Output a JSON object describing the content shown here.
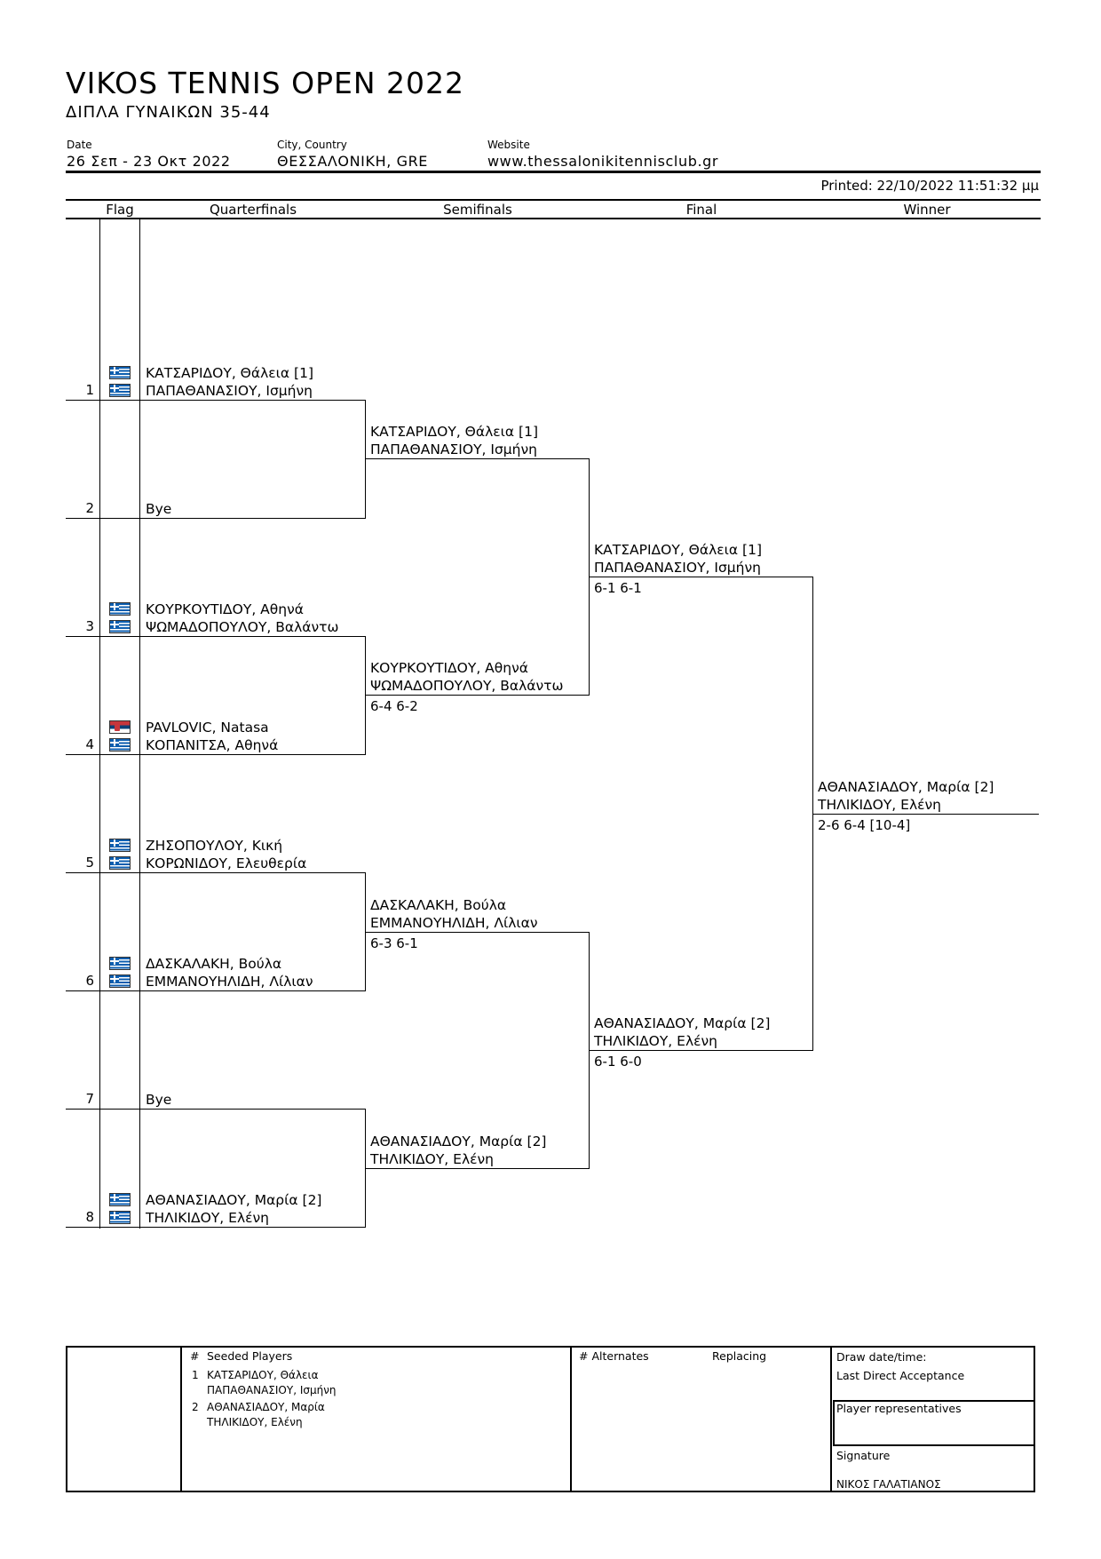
{
  "header": {
    "title": "VIKOS TENNIS OPEN 2022",
    "subtitle": "ΔΙΠΛΑ ΓΥΝΑΙΚΩΝ 35-44",
    "date_label": "Date",
    "date_value": "26 Σεπ - 23 Οκτ 2022",
    "city_label": "City, Country",
    "city_value": "ΘΕΣΣΑΛΟΝΙΚΗ, GRE",
    "website_label": "Website",
    "website_value": "www.thessalonikitennisclub.gr",
    "printed": "Printed: 22/10/2022 11:51:32 μμ"
  },
  "columns": {
    "flag": "Flag",
    "quarterfinals": "Quarterfinals",
    "semifinals": "Semifinals",
    "final": "Final",
    "winner": "Winner"
  },
  "draw": [
    {
      "seed": "1",
      "p1": "ΚΑΤΣΑΡΙΔΟΥ, Θάλεια [1]",
      "p2": "ΠΑΠΑΘΑΝΑΣΙΟΥ, Ισμήνη",
      "flags": [
        "gre-flag",
        "gre-flag"
      ]
    },
    {
      "seed": "2",
      "p1": "Bye",
      "p2": "",
      "flags": []
    },
    {
      "seed": "3",
      "p1": "ΚΟΥΡΚΟΥΤΙΔΟΥ, Αθηνά",
      "p2": "ΨΩΜΑΔΟΠΟΥΛΟΥ, Βαλάντω",
      "flags": [
        "gre-flag",
        "gre-flag"
      ]
    },
    {
      "seed": "4",
      "p1": "PAVLOVIC, Natasa",
      "p2": "ΚΟΠΑΝΙΤΣΑ, Αθηνά",
      "flags": [
        "srb-flag",
        "gre-flag"
      ]
    },
    {
      "seed": "5",
      "p1": "ΖΗΣΟΠΟΥΛΟΥ, Κική",
      "p2": "ΚΟΡΩΝΙΔΟΥ, Ελευθερία",
      "flags": [
        "gre-flag",
        "gre-flag"
      ]
    },
    {
      "seed": "6",
      "p1": "ΔΑΣΚΑΛΑΚΗ, Βούλα",
      "p2": "ΕΜΜΑΝΟΥΗΛΙΔΗ, Λίλιαν",
      "flags": [
        "gre-flag",
        "gre-flag"
      ]
    },
    {
      "seed": "7",
      "p1": "Bye",
      "p2": "",
      "flags": []
    },
    {
      "seed": "8",
      "p1": "ΑΘΑΝΑΣΙΑΔΟΥ, Μαρία [2]",
      "p2": "ΤΗΛΙΚΙΔΟΥ, Ελένη",
      "flags": [
        "gre-flag",
        "gre-flag"
      ]
    }
  ],
  "semifinals": [
    {
      "p1": "ΚΑΤΣΑΡΙΔΟΥ, Θάλεια [1]",
      "p2": "ΠΑΠΑΘΑΝΑΣΙΟΥ, Ισμήνη",
      "score": ""
    },
    {
      "p1": "ΚΟΥΡΚΟΥΤΙΔΟΥ, Αθηνά",
      "p2": "ΨΩΜΑΔΟΠΟΥΛΟΥ, Βαλάντω",
      "score": "6-4 6-2"
    },
    {
      "p1": "ΔΑΣΚΑΛΑΚΗ, Βούλα",
      "p2": "ΕΜΜΑΝΟΥΗΛΙΔΗ, Λίλιαν",
      "score": "6-3 6-1"
    },
    {
      "p1": "ΑΘΑΝΑΣΙΑΔΟΥ, Μαρία [2]",
      "p2": "ΤΗΛΙΚΙΔΟΥ, Ελένη",
      "score": ""
    }
  ],
  "final": [
    {
      "p1": "ΚΑΤΣΑΡΙΔΟΥ, Θάλεια [1]",
      "p2": "ΠΑΠΑΘΑΝΑΣΙΟΥ, Ισμήνη",
      "score": "6-1 6-1"
    },
    {
      "p1": "ΑΘΑΝΑΣΙΑΔΟΥ, Μαρία [2]",
      "p2": "ΤΗΛΙΚΙΔΟΥ, Ελένη",
      "score": "6-1 6-0"
    }
  ],
  "winner": {
    "p1": "ΑΘΑΝΑΣΙΑΔΟΥ, Μαρία [2]",
    "p2": "ΤΗΛΙΚΙΔΟΥ, Ελένη",
    "score": "2-6 6-4 [10-4]"
  },
  "footer": {
    "seeded_hash": "#",
    "seeded_title": "Seeded Players",
    "seeded": [
      {
        "num": "1",
        "line1": "ΚΑΤΣΑΡΙΔΟΥ, Θάλεια",
        "line2": "ΠΑΠΑΘΑΝΑΣΙΟΥ, Ισμήνη"
      },
      {
        "num": "2",
        "line1": "ΑΘΑΝΑΣΙΑΔΟΥ, Μαρία",
        "line2": "ΤΗΛΙΚΙΔΟΥ, Ελένη"
      }
    ],
    "alternates_title": "# Alternates",
    "replacing_title": "Replacing",
    "draw_datetime": "Draw date/time:",
    "last_direct": "Last Direct Acceptance",
    "player_reps": "Player representatives",
    "signature": "Signature",
    "signer": "ΝΙΚΟΣ ΓΑΛΑΤΙΑΝΟΣ"
  }
}
